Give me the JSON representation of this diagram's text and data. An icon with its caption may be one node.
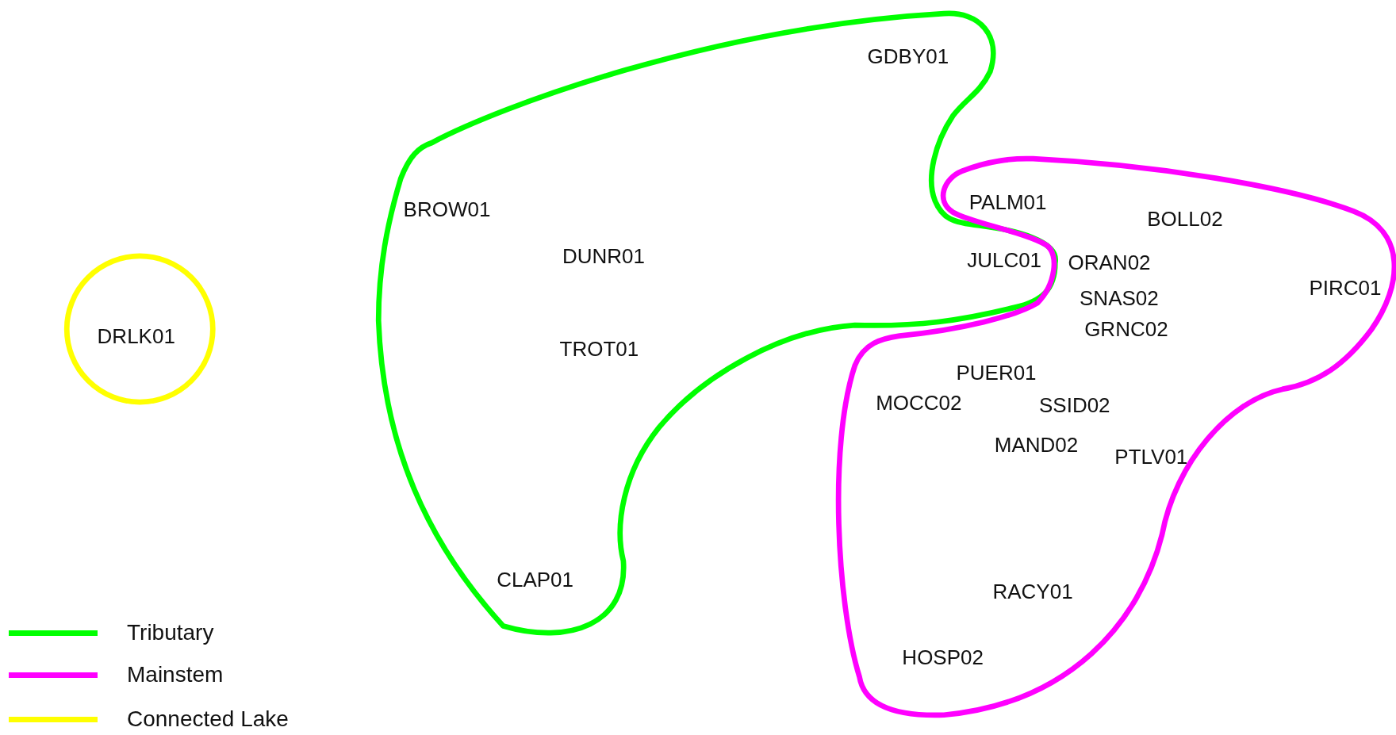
{
  "diagram": {
    "nodes": [
      {
        "text": [
          "DRLK01"
        ]
      },
      {
        "text": [
          "GDBY01",
          "BROW01",
          "DUNR01",
          "TROT01",
          "JULC01",
          "CLAP01"
        ]
      },
      {
        "text": [
          "BOLL02",
          "ORAN02",
          "PIRC01",
          "SNAS02",
          "GRNC02",
          "PUER01",
          "MOCC02",
          "SSID02",
          "MAND02",
          "PTLV01",
          "RACY01",
          "HOSP02"
        ]
      }
    ],
    "labels": [
      "PALM01"
    ],
    "legend": [
      {
        "text": "Tributary"
      },
      {
        "text": "Mainstem"
      },
      {
        "text": "Connected Lake"
      }
    ]
  }
}
